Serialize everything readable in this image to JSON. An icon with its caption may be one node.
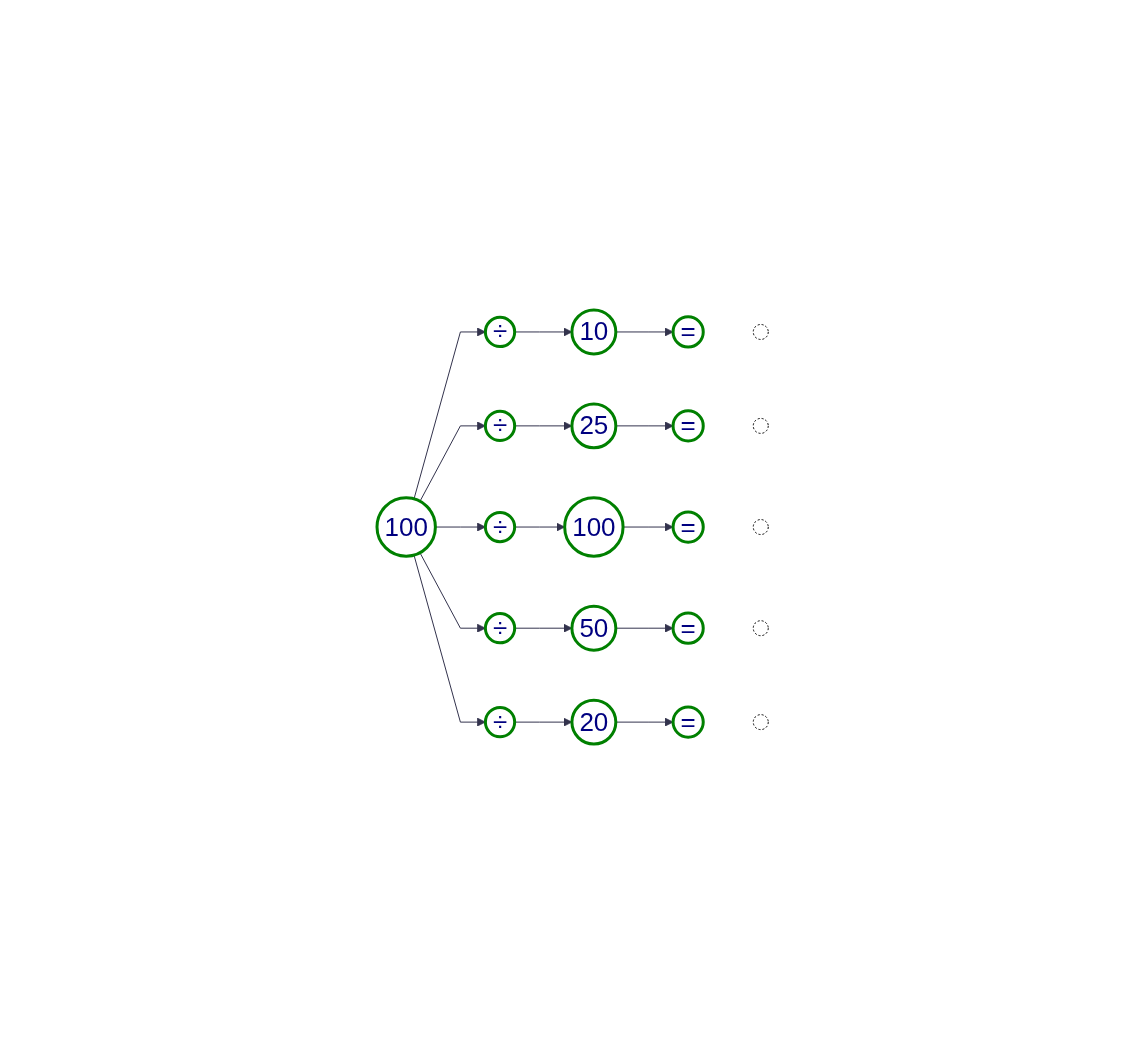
{
  "diagram": {
    "nodes": [
      {
        "text": [
          "100"
        ]
      },
      {
        "text": [
          "÷"
        ]
      },
      {
        "text": [
          "10"
        ]
      },
      {
        "text": [
          "="
        ]
      },
      {
        "text": [],
        "shape": "circle"
      },
      {
        "text": [
          "÷"
        ]
      },
      {
        "text": [
          "25"
        ]
      },
      {
        "text": [
          "="
        ]
      },
      {
        "text": [],
        "shape": "circle"
      },
      {
        "text": [
          "÷"
        ]
      },
      {
        "text": [
          "100"
        ]
      },
      {
        "text": [
          "="
        ]
      },
      {
        "text": [],
        "shape": "circle"
      },
      {
        "text": [
          "÷"
        ]
      },
      {
        "text": [
          "50"
        ]
      },
      {
        "text": [
          "="
        ]
      },
      {
        "text": [],
        "shape": "circle"
      },
      {
        "text": [
          "÷"
        ]
      },
      {
        "text": [
          "20"
        ]
      },
      {
        "text": [
          "="
        ]
      },
      {
        "text": [],
        "shape": "circle"
      }
    ],
    "edges": [
      {
        "from": 0,
        "to": 1,
        "arrow": "to"
      },
      {
        "from": 1,
        "to": 2,
        "arrow": "to"
      },
      {
        "from": 2,
        "to": 3,
        "arrow": "to"
      },
      {
        "from": 0,
        "to": 5,
        "arrow": "to"
      },
      {
        "from": 5,
        "to": 6,
        "arrow": "to"
      },
      {
        "from": 6,
        "to": 7,
        "arrow": "to"
      },
      {
        "from": 0,
        "to": 9,
        "arrow": "to"
      },
      {
        "from": 9,
        "to": 10,
        "arrow": "to"
      },
      {
        "from": 10,
        "to": 11,
        "arrow": "to"
      },
      {
        "from": 0,
        "to": 13,
        "arrow": "to"
      },
      {
        "from": 13,
        "to": 14,
        "arrow": "to"
      },
      {
        "from": 14,
        "to": 15,
        "arrow": "to"
      },
      {
        "from": 0,
        "to": 17,
        "arrow": "to"
      },
      {
        "from": 17,
        "to": 18,
        "arrow": "to"
      },
      {
        "from": 18,
        "to": 19,
        "arrow": "to"
      }
    ]
  }
}
